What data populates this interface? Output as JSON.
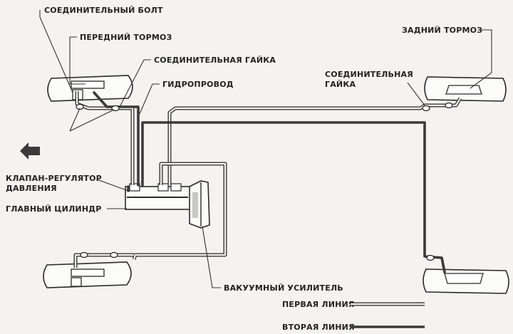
{
  "labels": {
    "connecting_bolt": "СОЕДИНИТЕЛЬНЫЙ БОЛТ",
    "front_brake": "ПЕРЕДНИЙ ТОРМОЗ",
    "connecting_nut": "СОЕДИНИТЕЛЬНАЯ ГАЙКА",
    "hydraulic_line": "ГИДРОПРОВОД",
    "rear_brake": "ЗАДНИЙ ТОРМОЗ",
    "connecting_nut_rear_line1": "СОЕДИНИТЕЛЬНАЯ",
    "connecting_nut_rear_line2": "ГАЙКА",
    "pressure_valve_line1": "КЛАПАН-РЕГУЛЯТОР",
    "pressure_valve_line2": "ДАВЛЕНИЯ",
    "master_cylinder": "ГЛАВНЫЙ ЦИЛИНДР",
    "vacuum_booster": "ВАКУУМНЫЙ УСИЛИТЕЛЬ"
  },
  "legend": {
    "first_line": "ПЕРВАЯ ЛИНИЯ",
    "second_line": "ВТОРАЯ ЛИНИЯ"
  },
  "colors": {
    "line": "#3a3a3a",
    "background": "#f4f3f0"
  },
  "icons": {
    "direction": "arrow-left-icon"
  }
}
